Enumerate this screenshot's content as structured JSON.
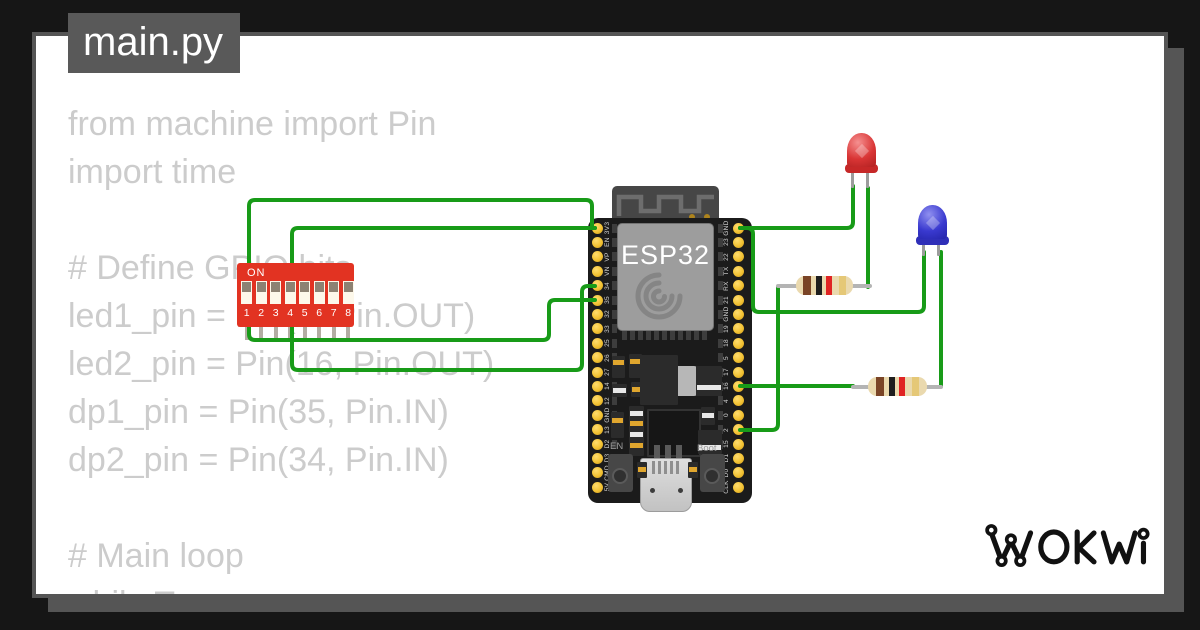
{
  "colors": {
    "background": "#161616",
    "panel_border": "#555555",
    "panel_bg": "#ffffff",
    "title_bg": "#595959",
    "title_text": "#ffffff",
    "code_text": "#cccccc",
    "wire_green": "#189b18",
    "dip_red": "#e23322",
    "board_black": "#1b1b1b",
    "pin_gold": "#f2c233",
    "shield_gray": "#9d9d9d",
    "led_red": "#d93535",
    "led_blue": "#3939cf",
    "resistor_body": "#ead9ae",
    "logo_black": "#111111"
  },
  "editor": {
    "filename": "main.py",
    "code_lines": [
      "from machine import Pin",
      "import time",
      "",
      "# Define GPIO bits",
      "led1_pin = Pin(2, Pin.OUT)",
      "led2_pin = Pin(16, Pin.OUT)",
      "dp1_pin = Pin(35, Pin.IN)",
      "dp2_pin = Pin(34, Pin.IN)",
      "",
      "# Main loop",
      "while True:"
    ]
  },
  "diagram": {
    "esp32": {
      "chip_label": "ESP32",
      "en_button_label": "EN",
      "boot_button_label": "Boot",
      "left_pins": [
        "3V3",
        "EN",
        "VP",
        "VN",
        "34",
        "35",
        "32",
        "33",
        "25",
        "26",
        "27",
        "14",
        "12",
        "GND",
        "13",
        "D2",
        "D3",
        "CMD",
        "5V"
      ],
      "right_pins": [
        "GND",
        "23",
        "22",
        "TX",
        "RX",
        "21",
        "GND",
        "19",
        "18",
        "5",
        "17",
        "16",
        "4",
        "0",
        "2",
        "15",
        "D1",
        "D0",
        "CLK"
      ]
    },
    "dip_switch": {
      "on_label": "ON",
      "position_labels": [
        "1",
        "2",
        "3",
        "4",
        "5",
        "6",
        "7",
        "8"
      ]
    },
    "leds": [
      {
        "name": "red-led",
        "color": "#d93535"
      },
      {
        "name": "blue-led",
        "color": "#3939cf"
      }
    ],
    "resistors": [
      {
        "band_colors": [
          "#7a4426",
          "#1e1e1e",
          "#e02424",
          "#e5c877"
        ]
      },
      {
        "band_colors": [
          "#7a4426",
          "#1e1e1e",
          "#e02424",
          "#e5c877"
        ]
      }
    ]
  },
  "branding": {
    "logo_text": "WOKWI"
  }
}
